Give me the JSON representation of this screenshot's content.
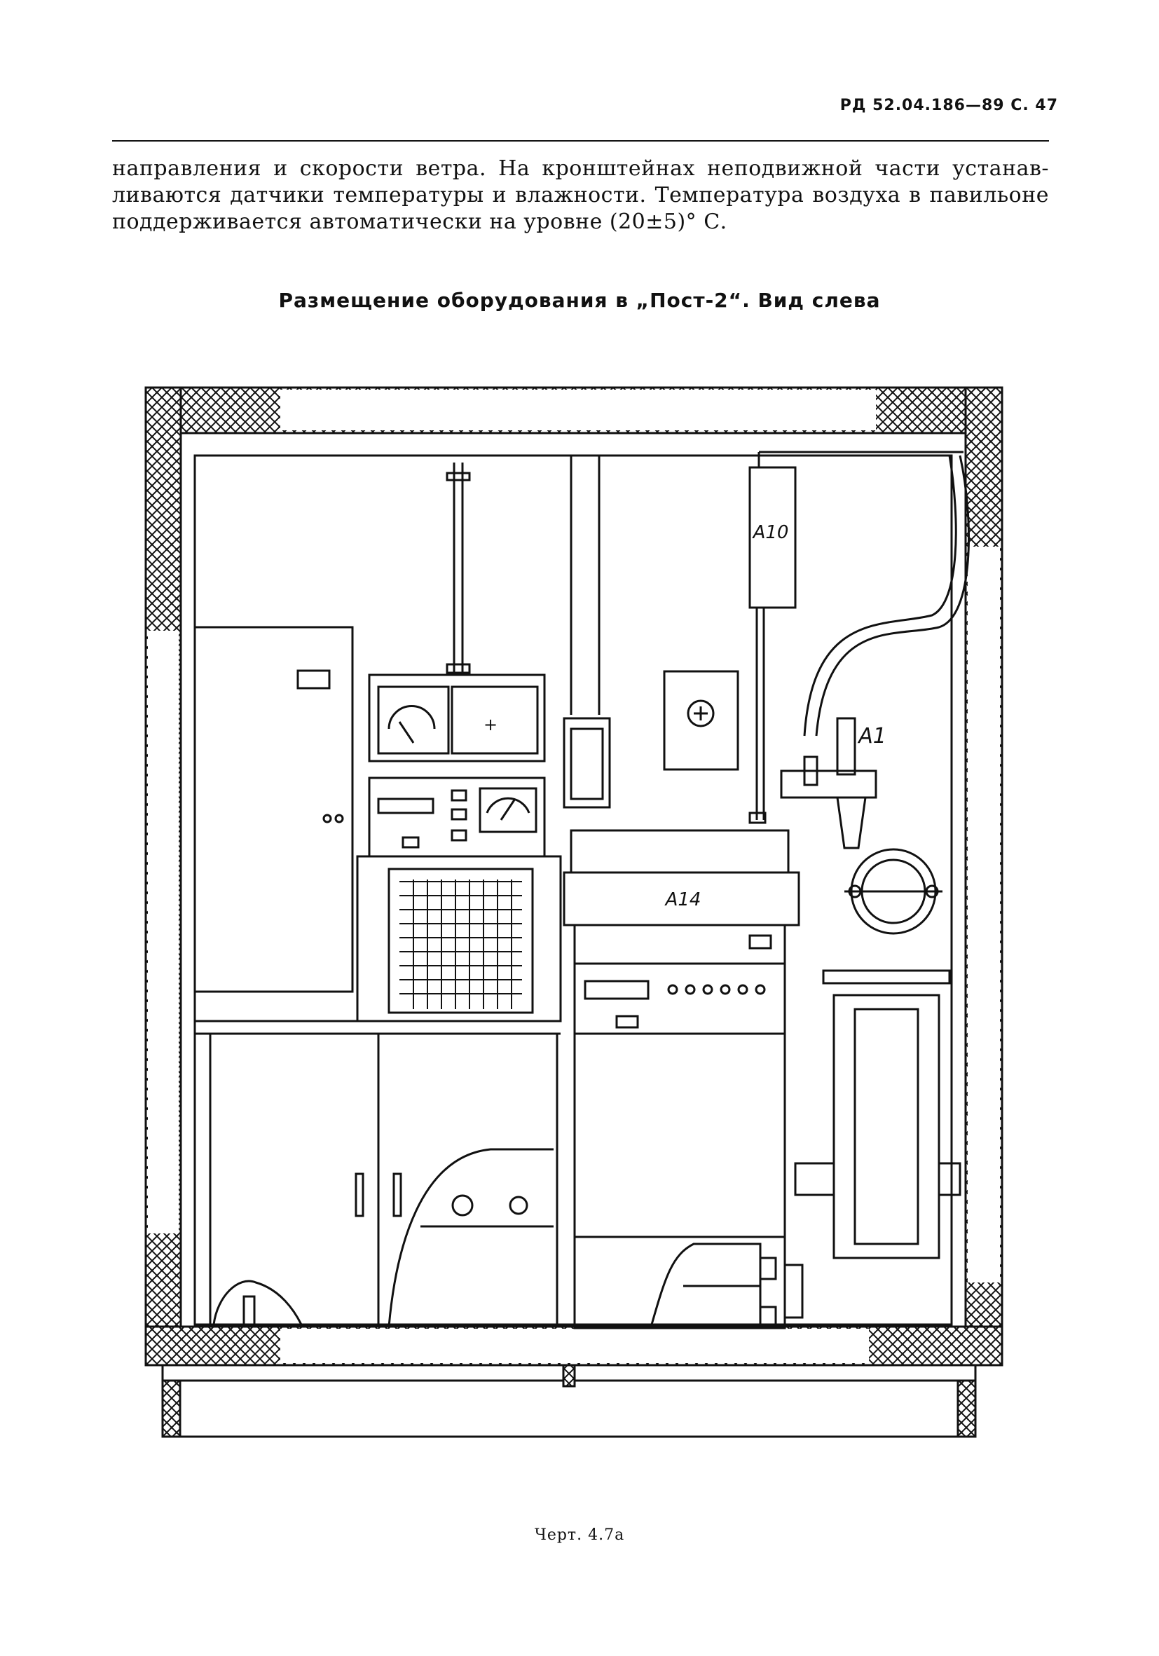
{
  "header": {
    "page_ref": "РД 52.04.186—89 С. 47"
  },
  "body_text": {
    "lines": [
      "направления и скорости ветра. На кронштейнах неподвижной части устанав-",
      "ливаются датчики температуры и влажности. Температура воздуха в павильоне",
      "поддерживается автоматически на уровне (20±5)° С."
    ]
  },
  "figure": {
    "title": "Размещение оборудования в „Пост-2“. Вид слева",
    "labels": {
      "a10": "А10",
      "a1": "А1",
      "a14": "А14"
    },
    "caption": "Черт. 4.7а"
  }
}
